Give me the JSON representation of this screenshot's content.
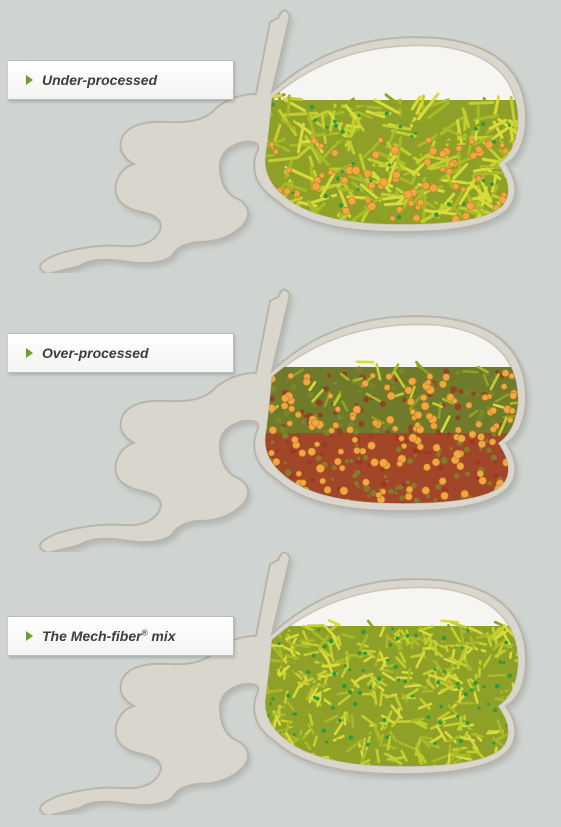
{
  "diagram": {
    "panels": [
      {
        "label": "Under-processed",
        "state": "under-processed",
        "contents": [
          "long-fibers",
          "yellow-particles"
        ]
      },
      {
        "label": "Over-processed",
        "state": "over-processed",
        "contents": [
          "red-fermented-mass",
          "yellow-particles"
        ]
      },
      {
        "label": "The Mech-fiber",
        "label_mark": "®",
        "label_suffix": " mix",
        "state": "balanced",
        "contents": [
          "dense-fibers"
        ]
      }
    ],
    "colors": {
      "background": "#cfd4d1",
      "organ": "#d9d6ce",
      "fiber": "#a8b82a",
      "particle": "#f0a842",
      "green_dot": "#2e9b3e",
      "over_processed": "#b2352a",
      "label_arrow": "#6f9c2a"
    }
  }
}
